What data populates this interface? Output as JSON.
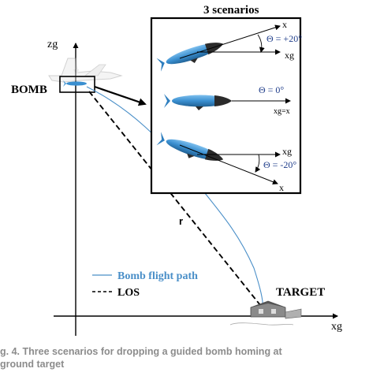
{
  "axes": {
    "z_label": "zg",
    "x_label": "xg"
  },
  "labels": {
    "bomb": "BOMB",
    "target": "TARGET",
    "range": "r",
    "title": "3 scenarios"
  },
  "legend": {
    "flight_path": "Bomb flight path",
    "los": "LOS",
    "flight_path_color": "#4a8fc8"
  },
  "scenarios": [
    {
      "angle_label": "Θ = +20°",
      "body_axis": "x",
      "ground_axis": "xg"
    },
    {
      "angle_label": "Θ = 0°",
      "combined_axis": "xg=x"
    },
    {
      "angle_label": "Θ = -20°",
      "body_axis": "x",
      "ground_axis": "xg"
    }
  ],
  "caption": {
    "line1": "g. 4. Three scenarios for dropping a guided bomb homing at",
    "line2": "ground target"
  },
  "colors": {
    "bomb_blue": "#3a8fd0",
    "bomb_dark": "#2b2b2b",
    "accent": "#4a8fc8"
  },
  "icons": [
    "aircraft-icon",
    "bomb-icon",
    "target-building-icon"
  ]
}
